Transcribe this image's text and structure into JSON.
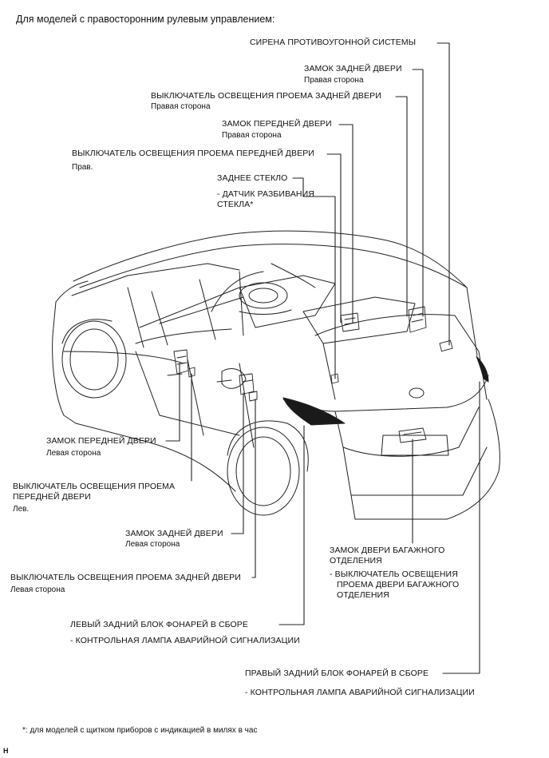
{
  "heading": "Для моделей с правосторонним рулевым управлением:",
  "labels": {
    "siren": "СИРЕНА ПРОТИВОУГОННОЙ СИСТЕМЫ",
    "rr_door_lock": "ЗАМОК ЗАДНЕЙ ДВЕРИ",
    "rr_door_lock_side": "Правая сторона",
    "rr_courtesy_sw": "ВЫКЛЮЧАТЕЛЬ ОСВЕЩЕНИЯ ПРОЕМА ЗАДНЕЙ ДВЕРИ",
    "rr_courtesy_sw_side": "Правая сторона",
    "fr_door_lock": "ЗАМОК ПЕРЕДНЕЙ ДВЕРИ",
    "fr_door_lock_side": "Правая сторона",
    "fr_courtesy_sw": "ВЫКЛЮЧАТЕЛЬ ОСВЕЩЕНИЯ ПРОЕМА ПЕРЕДНЕЙ ДВЕРИ",
    "fr_courtesy_sw_side": "Прав.",
    "back_glass": "ЗАДНЕЕ СТЕКЛО",
    "glass_sensor_1": "- ДАТЧИК РАЗБИВАНИЯ",
    "glass_sensor_2": "СТЕКЛА*",
    "fl_door_lock": "ЗАМОК ПЕРЕДНЕЙ ДВЕРИ",
    "fl_door_lock_side": "Левая сторона",
    "fl_courtesy_sw_1": "ВЫКЛЮЧАТЕЛЬ ОСВЕЩЕНИЯ ПРОЕМА",
    "fl_courtesy_sw_2": "ПЕРЕДНЕЙ ДВЕРИ",
    "fl_courtesy_sw_side": "Лев.",
    "rl_door_lock": "ЗАМОК ЗАДНЕЙ ДВЕРИ",
    "rl_door_lock_side": "Левая сторона",
    "rl_courtesy_sw": "ВЫКЛЮЧАТЕЛЬ ОСВЕЩЕНИЯ ПРОЕМА ЗАДНЕЙ ДВЕРИ",
    "rl_courtesy_sw_side": "Левая сторона",
    "lamp_left": "ЛЕВЫЙ ЗАДНИЙ БЛОК ФОНАРЕЙ В СБОРЕ",
    "lamp_left_sub": "- КОНТРОЛЬНАЯ ЛАМПА АВАРИЙНОЙ СИГНАЛИЗАЦИИ",
    "luggage_lock_1": "ЗАМОК ДВЕРИ БАГАЖНОГО",
    "luggage_lock_2": "ОТДЕЛЕНИЯ",
    "luggage_sw_1": "-  ВЫКЛЮЧАТЕЛЬ ОСВЕЩЕНИЯ",
    "luggage_sw_2": "ПРОЕМА ДВЕРИ БАГАЖНОГО",
    "luggage_sw_3": "ОТДЕЛЕНИЯ",
    "lamp_right": "ПРАВЫЙ ЗАДНИЙ БЛОК ФОНАРЕЙ В СБОРЕ",
    "lamp_right_sub": "- КОНТРОЛЬНАЯ ЛАМПА АВАРИЙНОЙ СИГНАЛИЗАЦИИ"
  },
  "footnote": "*: для моделей с щитком приборов с индикацией в милях в час",
  "corner_mark": "H",
  "colors": {
    "line": "#222222",
    "text": "#111111",
    "background": "#ffffff",
    "lamp": "#1a1a1a"
  }
}
